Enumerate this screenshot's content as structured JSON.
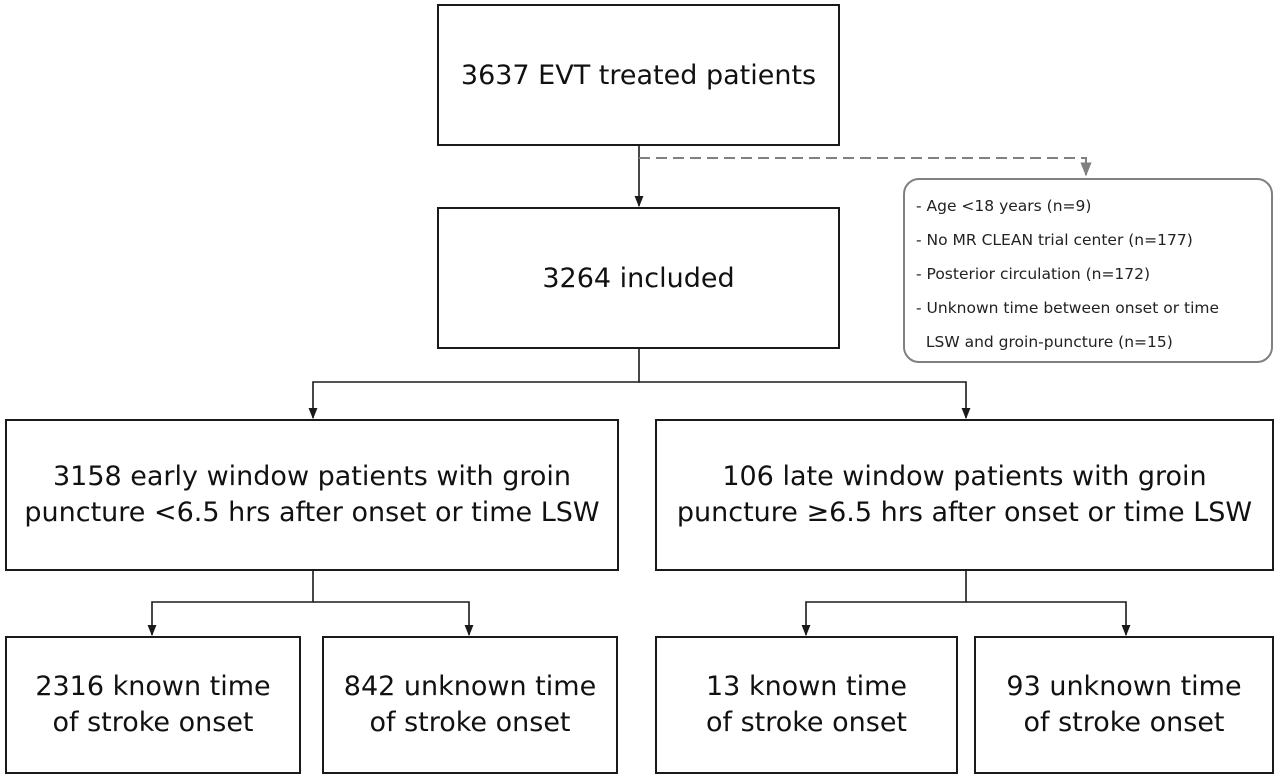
{
  "boxes": {
    "top": "3637 EVT treated patients",
    "included": "3264 included",
    "early": [
      "3158 early window patients with groin",
      "puncture <6.5 hrs after onset or time LSW"
    ],
    "late": [
      "106 late window patients with groin",
      "puncture ≥6.5 hrs after onset or time LSW"
    ],
    "early_known": [
      "2316 known time",
      "of stroke onset"
    ],
    "early_unknown": [
      "842 unknown time",
      "of stroke onset"
    ],
    "late_known": [
      "13 known time",
      "of stroke onset"
    ],
    "late_unknown": [
      "93 unknown time",
      "of stroke onset"
    ]
  },
  "exclusions": [
    "- Age <18 years (n=9)",
    "- No MR CLEAN trial center (n=177)",
    "- Posterior circulation (n=172)",
    "- Unknown time between onset or time",
    "  LSW and groin-puncture (n=15)"
  ],
  "colors": {
    "box_border": "#1a1a1a",
    "exclusion_border": "#808080",
    "dashed_line": "#808080"
  }
}
